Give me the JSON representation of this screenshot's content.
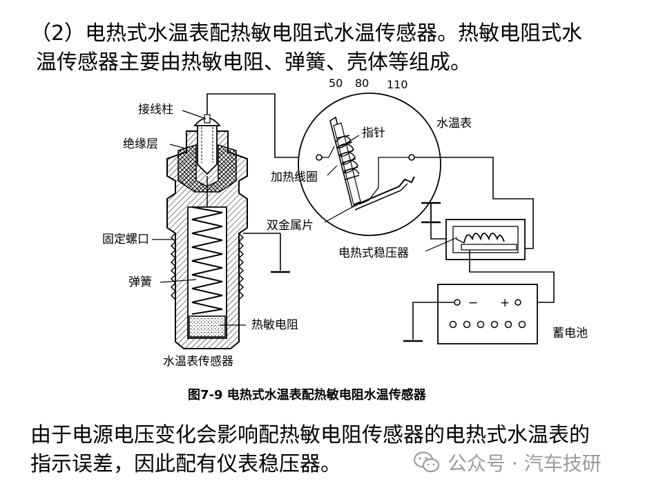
{
  "heading": {
    "line1": "（2）电热式水温表配热敏电阻式水温传感器。热敏电阻式水",
    "line2": "温传感器主要由热敏电阻、弹簧、壳体等组成。"
  },
  "diagram": {
    "sensor_labels": {
      "terminal": "接线柱",
      "insulation": "绝缘层",
      "thread": "固定螺口",
      "spring": "弹簧",
      "thermistor": "热敏电阻",
      "sensor_title": "水温表传感器"
    },
    "gauge_labels": {
      "scale": [
        "50",
        "80",
        "110"
      ],
      "pointer": "指针",
      "gauge_title": "水温表",
      "heating_coil": "加热线圈",
      "bimetal": "双金属片"
    },
    "regulator_label": "电热式稳压器",
    "battery": {
      "label": "蓄电池",
      "minus": "−",
      "plus": "+"
    },
    "caption": "图7-9  电热式水温表配热敏电阻水温传感器"
  },
  "body_text": {
    "line1": "由于电源电压变化会影响配热敏电阻传感器的电热式水温表的",
    "line2": "指示误差，因此配有仪表稳压器。"
  },
  "watermark": {
    "icon": "wechat-icon",
    "text": "公众号 · 汽车技研",
    "color": "#9a9a9a"
  }
}
